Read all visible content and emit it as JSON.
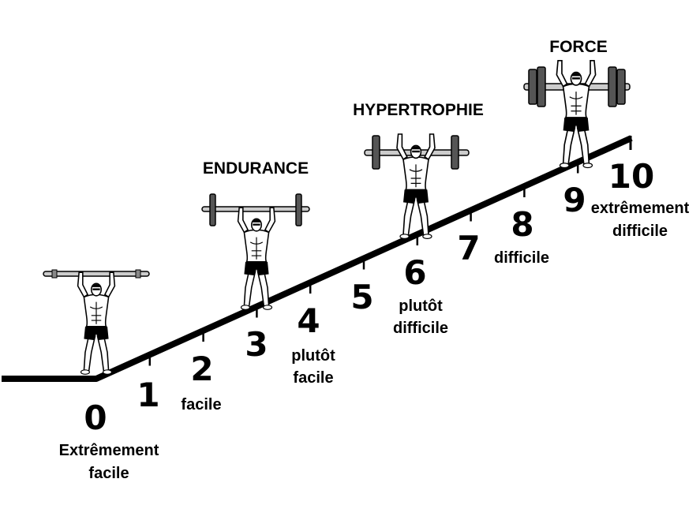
{
  "scale": {
    "levels": [
      "0",
      "1",
      "2",
      "3",
      "4",
      "5",
      "6",
      "7",
      "8",
      "9",
      "10"
    ],
    "descriptions": [
      {
        "level": "0",
        "lines": [
          "Extrêmement",
          "facile"
        ]
      },
      {
        "level": "2",
        "lines": [
          "facile"
        ]
      },
      {
        "level": "4",
        "lines": [
          "plutôt",
          "facile"
        ]
      },
      {
        "level": "6",
        "lines": [
          "plutôt",
          "difficile"
        ]
      },
      {
        "level": "8",
        "lines": [
          "difficile"
        ]
      },
      {
        "level": "10",
        "lines": [
          "extrêmement",
          "difficile"
        ]
      }
    ],
    "phases": [
      "ENDURANCE",
      "HYPERTROPHIE",
      "FORCE"
    ]
  },
  "colors": {
    "ink": "#000000",
    "background": "#ffffff",
    "plate": "#555555",
    "bar": "#cccccc"
  }
}
